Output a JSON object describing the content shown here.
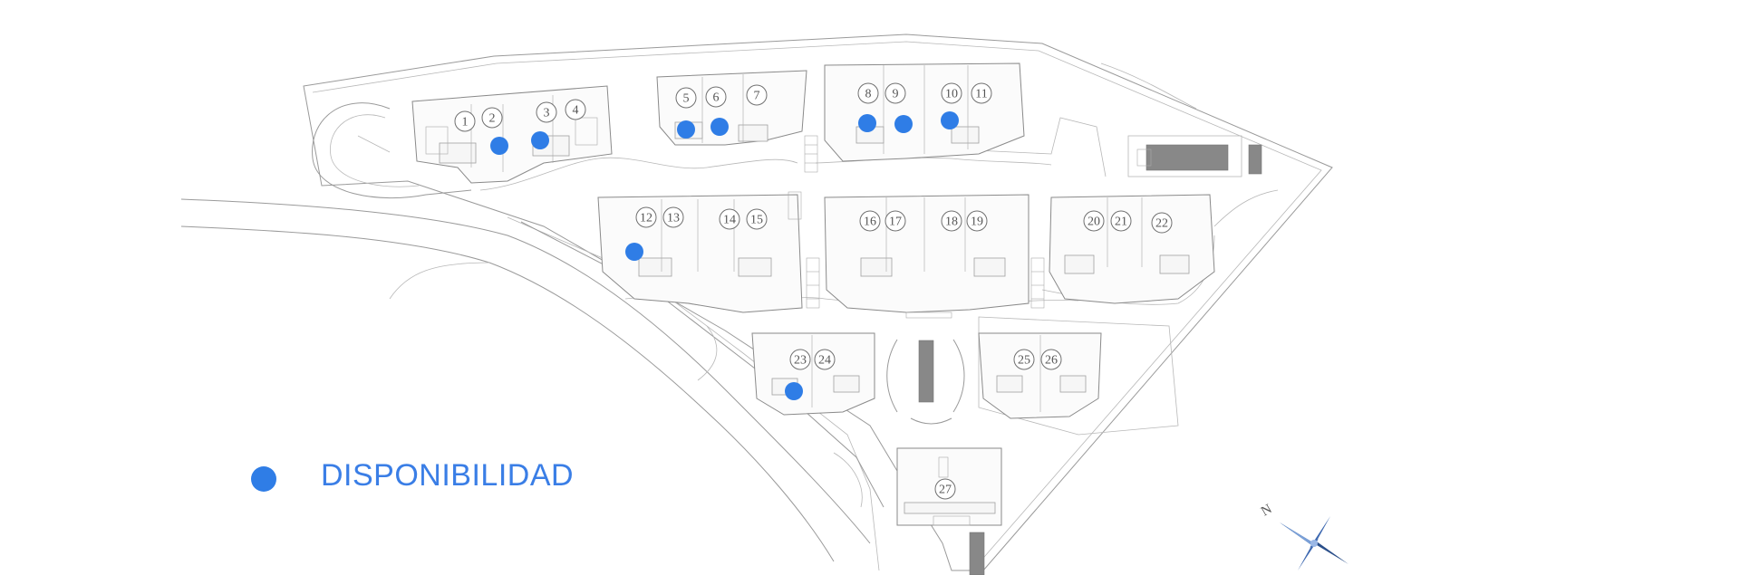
{
  "legend": {
    "label": "DISPONIBILIDAD",
    "color": "#2f7de6",
    "marker": "filled-circle"
  },
  "units": [
    "1",
    "2",
    "3",
    "4",
    "5",
    "6",
    "7",
    "8",
    "9",
    "10",
    "11",
    "12",
    "13",
    "14",
    "15",
    "16",
    "17",
    "18",
    "19",
    "20",
    "21",
    "22",
    "23",
    "24",
    "25",
    "26",
    "27"
  ],
  "available_units": [
    "2",
    "3",
    "5",
    "6",
    "8",
    "9",
    "10",
    "12",
    "23"
  ],
  "colors": {
    "availability": "#2f7de6",
    "linework": "#9a9a9a",
    "background": "#ffffff"
  },
  "icons": {
    "north_arrow": "compass-rose-icon",
    "north_letter": "N"
  }
}
